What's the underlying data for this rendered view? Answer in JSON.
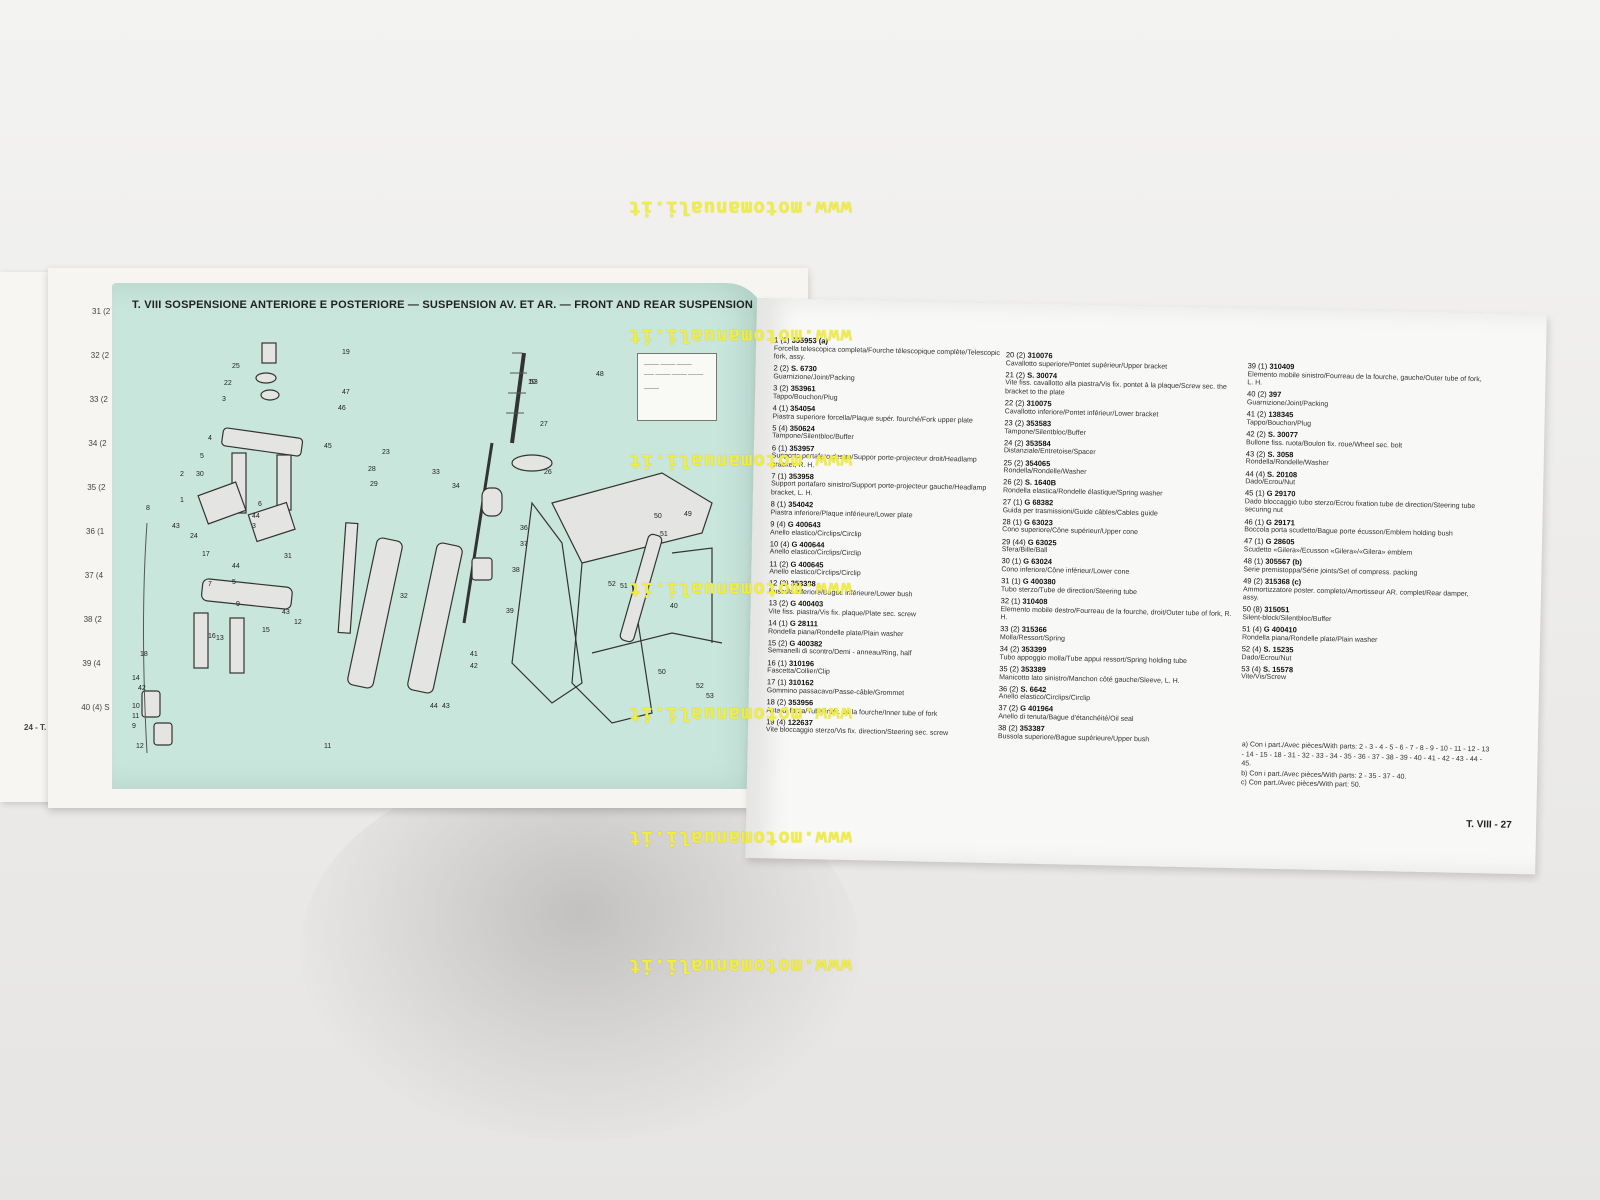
{
  "watermark": "www.motomanuali.it",
  "left_page": {
    "stubs": [
      "31 (2",
      "32 (2",
      "33 (2",
      "34 (2",
      "35 (2",
      "36 (1",
      "37 (4",
      "38 (2",
      "39 (4",
      "40 (4) S"
    ],
    "footer": "24 - T."
  },
  "plate": {
    "title": "T. VIII  SOSPENSIONE ANTERIORE E POSTERIORE — SUSPENSION AV. ET AR. — FRONT AND REAR SUSPENSION",
    "labels_left": [
      "19",
      "25",
      "22",
      "47",
      "3",
      "46",
      "4",
      "45",
      "23",
      "5",
      "28",
      "29",
      "30",
      "2",
      "8",
      "1",
      "6",
      "44",
      "3",
      "43",
      "24",
      "17",
      "7",
      "5",
      "44",
      "31",
      "9",
      "43",
      "15",
      "16",
      "13",
      "12",
      "18",
      "14",
      "42",
      "10",
      "11",
      "9",
      "12",
      "11",
      "10",
      "33",
      "34"
    ],
    "labels_right": [
      "53",
      "48",
      "27",
      "26",
      "36",
      "37",
      "38",
      "39",
      "32",
      "52",
      "51",
      "49",
      "50",
      "51",
      "40",
      "41",
      "42",
      "43",
      "44",
      "50",
      "52",
      "53"
    ]
  },
  "parts": {
    "col1": [
      {
        "no": "1",
        "qty": "(1)",
        "code": "355953",
        "note": "(a)",
        "desc": "Forcella telescopica completa/Fourche télescopique complète/Telescopic fork, assy."
      },
      {
        "no": "2",
        "qty": "(2)",
        "code": "S. 6730",
        "desc": "Guarnizione/Joint/Packing"
      },
      {
        "no": "3",
        "qty": "(2)",
        "code": "353961",
        "desc": "Tappo/Bouchon/Plug"
      },
      {
        "no": "4",
        "qty": "(1)",
        "code": "354054",
        "desc": "Piastra superiore forcella/Plaque supér. fourché/Fork upper plate"
      },
      {
        "no": "5",
        "qty": "(4)",
        "code": "350624",
        "desc": "Tampone/Silentbloc/Buffer"
      },
      {
        "no": "6",
        "qty": "(1)",
        "code": "353957",
        "desc": "Supporto portafaro destro/Suppor porte-projecteur droit/Headlamp bracket, R. H."
      },
      {
        "no": "7",
        "qty": "(1)",
        "code": "353958",
        "desc": "Support portafaro sinistro/Support porte-projecteur gauche/Headlamp bracket, L. H."
      },
      {
        "no": "8",
        "qty": "(1)",
        "code": "354042",
        "desc": "Piastra inferiore/Plaque inférieure/Lower plate"
      },
      {
        "no": "9",
        "qty": "(4)",
        "code": "G 400643",
        "desc": "Anello elastico/Circlips/Circlip"
      },
      {
        "no": "10",
        "qty": "(4)",
        "code": "G 400644",
        "desc": "Anello elastico/Circlips/Circlip"
      },
      {
        "no": "11",
        "qty": "(2)",
        "code": "G 400645",
        "desc": "Anello elastico/Circlips/Circlip"
      },
      {
        "no": "12",
        "qty": "(2)",
        "code": "353388",
        "desc": "Bussola inferiore/Bague inférieure/Lower bush"
      },
      {
        "no": "13",
        "qty": "(2)",
        "code": "G 400403",
        "desc": "Vite fiss. piastra/Vis fix. plaque/Plate sec. screw"
      },
      {
        "no": "14",
        "qty": "(1)",
        "code": "G 28111",
        "desc": "Rondella piana/Rondelle plate/Plain washer"
      },
      {
        "no": "15",
        "qty": "(2)",
        "code": "G 400382",
        "desc": "Semianelli di scontro/Demi - anneau/Ring, half"
      },
      {
        "no": "16",
        "qty": "(1)",
        "code": "310196",
        "desc": "Fascetta/Collier/Clip"
      },
      {
        "no": "17",
        "qty": "(1)",
        "code": "310162",
        "desc": "Gommino passacavo/Passe-câble/Grommet"
      },
      {
        "no": "18",
        "qty": "(2)",
        "code": "353956",
        "desc": "Asta di forza/Tube intér. de la fourche/Inner tube of fork"
      },
      {
        "no": "19",
        "qty": "(4)",
        "code": "122637",
        "desc": "Vite bloccaggio sterzo/Vis fix. direction/Steering sec. screw"
      }
    ],
    "col2": [
      {
        "no": "20",
        "qty": "(2)",
        "code": "310076",
        "desc": "Cavallotto superiore/Pontet supérieur/Upper bracket"
      },
      {
        "no": "21",
        "qty": "(2)",
        "code": "S. 30074",
        "desc": "Vite fiss. cavallotto alla piastra/Vis fix. pontet à la plaque/Screw sec. the bracket to the plate"
      },
      {
        "no": "22",
        "qty": "(2)",
        "code": "310075",
        "desc": "Cavallotto inferiore/Pontet inférieur/Lower bracket"
      },
      {
        "no": "23",
        "qty": "(2)",
        "code": "353583",
        "desc": "Tampone/Silentbloc/Buffer"
      },
      {
        "no": "24",
        "qty": "(2)",
        "code": "353584",
        "desc": "Distanziale/Entretoise/Spacer"
      },
      {
        "no": "25",
        "qty": "(2)",
        "code": "354065",
        "desc": "Rondella/Rondelle/Washer"
      },
      {
        "no": "26",
        "qty": "(2)",
        "code": "S. 1640B",
        "desc": "Rondella elastica/Rondelle élastique/Spring washer"
      },
      {
        "no": "27",
        "qty": "(1)",
        "code": "G 68382",
        "desc": "Guida per trasmissioni/Guide câbles/Cables guide"
      },
      {
        "no": "28",
        "qty": "(1)",
        "code": "G 63023",
        "desc": "Cono superiore/Cône supérieur/Upper cone"
      },
      {
        "no": "29",
        "qty": "(44)",
        "code": "G 63025",
        "desc": "Sfera/Bille/Ball"
      },
      {
        "no": "30",
        "qty": "(1)",
        "code": "G 63024",
        "desc": "Cono inferiore/Cône inférieur/Lower cone"
      },
      {
        "no": "31",
        "qty": "(1)",
        "code": "G 400380",
        "desc": "Tubo sterzo/Tube de direction/Steering tube"
      },
      {
        "no": "32",
        "qty": "(1)",
        "code": "310408",
        "desc": "Elemento mobile destro/Fourreau de la fourche, droit/Outer tube of fork, R. H."
      },
      {
        "no": "33",
        "qty": "(2)",
        "code": "315366",
        "desc": "Molla/Ressort/Spring"
      },
      {
        "no": "34",
        "qty": "(2)",
        "code": "353399",
        "desc": "Tubo appoggio molla/Tube appui ressort/Spring holding tube"
      },
      {
        "no": "35",
        "qty": "(2)",
        "code": "353389",
        "desc": "Manicotto lato sinistro/Manchon côté gauche/Sleeve, L. H."
      },
      {
        "no": "36",
        "qty": "(2)",
        "code": "S. 6642",
        "desc": "Anello elastico/Circlips/Circlip"
      },
      {
        "no": "37",
        "qty": "(2)",
        "code": "G 401964",
        "desc": "Anello di tenuta/Bague d'étanchéité/Oil seal"
      },
      {
        "no": "38",
        "qty": "(2)",
        "code": "353387",
        "desc": "Bussola superiore/Bague supérieure/Upper bush"
      }
    ],
    "col3": [
      {
        "no": "39",
        "qty": "(1)",
        "code": "310409",
        "desc": "Elemento mobile sinistro/Fourreau de la fourche, gauche/Outer tube of fork, L. H."
      },
      {
        "no": "40",
        "qty": "(2)",
        "code": "397",
        "desc": "Guarnizione/Joint/Packing"
      },
      {
        "no": "41",
        "qty": "(2)",
        "code": "138345",
        "desc": "Tappo/Bouchon/Plug"
      },
      {
        "no": "42",
        "qty": "(2)",
        "code": "S. 30077",
        "desc": "Bullone fiss. ruota/Boulon fix. roue/Wheel sec. bolt"
      },
      {
        "no": "43",
        "qty": "(2)",
        "code": "S. 3058",
        "desc": "Rondella/Rondelle/Washer"
      },
      {
        "no": "44",
        "qty": "(4)",
        "code": "S. 20108",
        "desc": "Dado/Ecrou/Nut"
      },
      {
        "no": "45",
        "qty": "(1)",
        "code": "G 29170",
        "desc": "Dado bloccaggio tubo sterzo/Ecrou fixation tube de direction/Steering tube securing nut"
      },
      {
        "no": "46",
        "qty": "(1)",
        "code": "G 29171",
        "desc": "Boccola porta scudetto/Bague porte écusson/Emblem holding bush"
      },
      {
        "no": "47",
        "qty": "(1)",
        "code": "G 28605",
        "desc": "Scudetto «Gilera»/Ecusson «Gilera»/«Gilera» emblem"
      },
      {
        "no": "48",
        "qty": "(1)",
        "code": "305567",
        "note": "(b)",
        "desc": "Serie premistoppa/Série joints/Set of compress. packing"
      },
      {
        "no": "49",
        "qty": "(2)",
        "code": "315368",
        "note": "(c)",
        "desc": "Ammortizzatore poster. completo/Amortisseur AR. complet/Rear damper, assy."
      },
      {
        "no": "50",
        "qty": "(8)",
        "code": "315051",
        "desc": "Silent-block/Silentbloc/Buffer"
      },
      {
        "no": "51",
        "qty": "(4)",
        "code": "G 400410",
        "desc": "Rondella piana/Rondelle plate/Plain washer"
      },
      {
        "no": "52",
        "qty": "(4)",
        "code": "S. 15235",
        "desc": "Dado/Ecrou/Nut"
      },
      {
        "no": "53",
        "qty": "(4)",
        "code": "S. 15578",
        "desc": "Vite/Vis/Screw"
      }
    ],
    "notes": [
      "a) Con i part./Avec pièces/With parts: 2 - 3 - 4 - 5 - 6 - 7 - 8 - 9 - 10 - 11 - 12 - 13 - 14 - 15 - 18 - 31 - 32 - 33 - 34 - 35 - 36 - 37 - 38 - 39 - 40 - 41 - 42 - 43 - 44 - 45.",
      "b) Con i part./Avec pièces/With parts: 2 - 35 - 37 - 40.",
      "c) Con part./Avec pièces/With part: 50."
    ],
    "page_number": "T. VIII - 27"
  },
  "colors": {
    "plate_bg": "#c9e6dd",
    "watermark": "#f2ee3a",
    "page": "#f8f8f6"
  }
}
